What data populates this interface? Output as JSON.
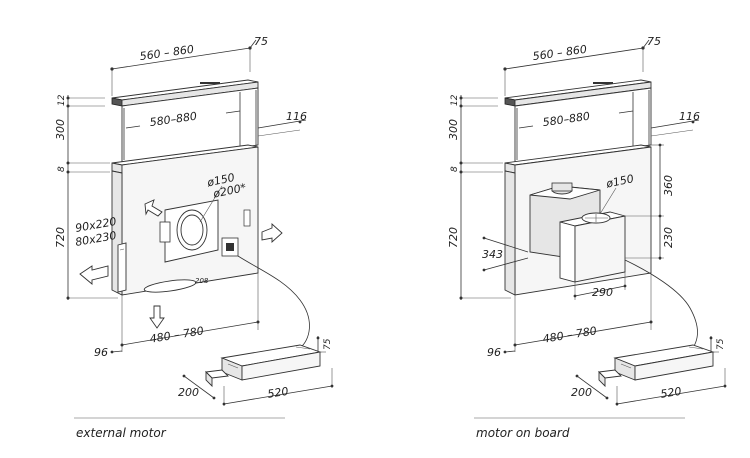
{
  "left_diagram": {
    "caption": "external motor",
    "dims": {
      "width_range_top": "560 – 860",
      "depth_top": "75",
      "inner_width": "580–880",
      "side_depth": "116",
      "h12": "12",
      "h300": "300",
      "h8": "8",
      "h720": "720",
      "duct_round1": "ø150",
      "duct_round2": "ø200*",
      "duct_rect1": "90x220",
      "duct_rect2": "80x230",
      "small_208": "208",
      "width_range_bottom": "480 – 780",
      "d96": "96",
      "motor_h": "75",
      "motor_d": "200",
      "motor_w": "520"
    }
  },
  "right_diagram": {
    "caption": "motor on board",
    "dims": {
      "width_range_top": "560 – 860",
      "depth_top": "75",
      "inner_width": "580–880",
      "side_depth": "116",
      "h12": "12",
      "h300": "300",
      "h8": "8",
      "h720": "720",
      "duct_round": "ø150",
      "h360": "360",
      "h230": "230",
      "d343": "343",
      "w290": "290",
      "width_range_bottom": "480 – 780",
      "d96": "96",
      "motor_h": "75",
      "motor_d": "200",
      "motor_w": "520"
    }
  }
}
